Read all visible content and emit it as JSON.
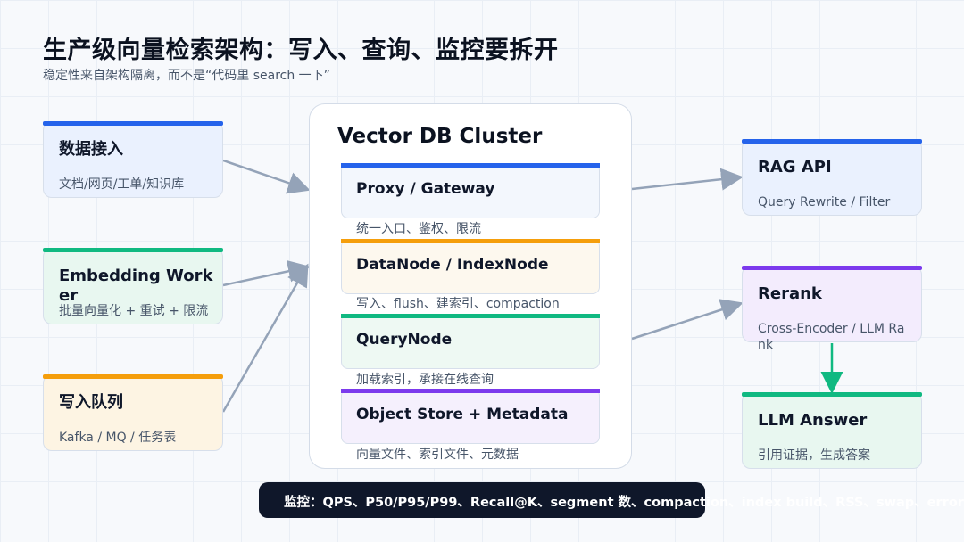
{
  "title": "生产级向量检索架构：写入、查询、监控要拆开",
  "subtitle": "稳定性来自架构隔离，而不是“代码里 search 一下”",
  "colors": {
    "blue": "#2563eb",
    "green": "#10b981",
    "orange": "#f59e0b",
    "purple": "#7c3aed",
    "dark": "#0f172a"
  },
  "sources": [
    {
      "name": "数据接入",
      "desc": "文档/网页/工单/知识库"
    },
    {
      "name": "Embedding Worker",
      "desc": "批量向量化 + 重试 + 限流"
    },
    {
      "name": "写入队列",
      "desc": "Kafka / MQ / 任务表"
    }
  ],
  "cluster": {
    "title": "Vector DB Cluster",
    "nodes": [
      {
        "name": "Proxy / Gateway",
        "desc": "统一入口、鉴权、限流"
      },
      {
        "name": "DataNode / IndexNode",
        "desc": "写入、flush、建索引、compaction"
      },
      {
        "name": "QueryNode",
        "desc": "加载索引，承接在线查询"
      },
      {
        "name": "Object Store + Metadata",
        "desc": "向量文件、索引文件、元数据"
      }
    ]
  },
  "outputs": [
    {
      "name": "RAG API",
      "desc": "Query Rewrite / Filter"
    },
    {
      "name": "Rerank",
      "desc": "Cross-Encoder / LLM Rank"
    },
    {
      "name": "LLM Answer",
      "desc": "引用证据，生成答案"
    }
  ],
  "monitor": "监控：QPS、P50/P95/P99、Recall@K、segment 数、compaction、index build、RSS、swap、error rate"
}
